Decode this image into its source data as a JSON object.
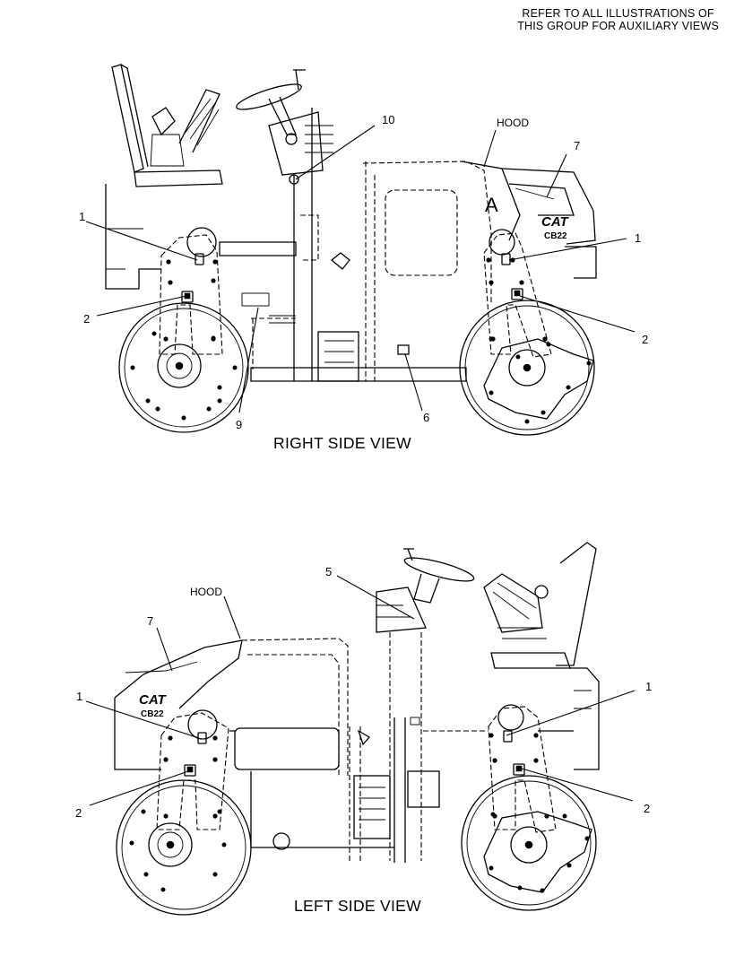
{
  "note": {
    "line1": "REFER TO ALL ILLUSTRATIONS OF",
    "line2": "THIS GROUP FOR AUXILIARY VIEWS"
  },
  "right_view": {
    "title": "RIGHT SIDE VIEW",
    "callouts": {
      "c1_left": "1",
      "c2_left": "2",
      "c9": "9",
      "c6": "6",
      "c10": "10",
      "hood": "HOOD",
      "c7": "7",
      "c1_right": "1",
      "c2_right": "2"
    },
    "letter_a": "A",
    "decal_brand": "CAT",
    "decal_model": "CB22"
  },
  "left_view": {
    "title": "LEFT SIDE VIEW",
    "callouts": {
      "c5": "5",
      "hood": "HOOD",
      "c7": "7",
      "c1_left": "1",
      "c2_left": "2",
      "c1_right": "1",
      "c2_right": "2"
    },
    "decal_brand": "CAT",
    "decal_model": "CB22"
  }
}
